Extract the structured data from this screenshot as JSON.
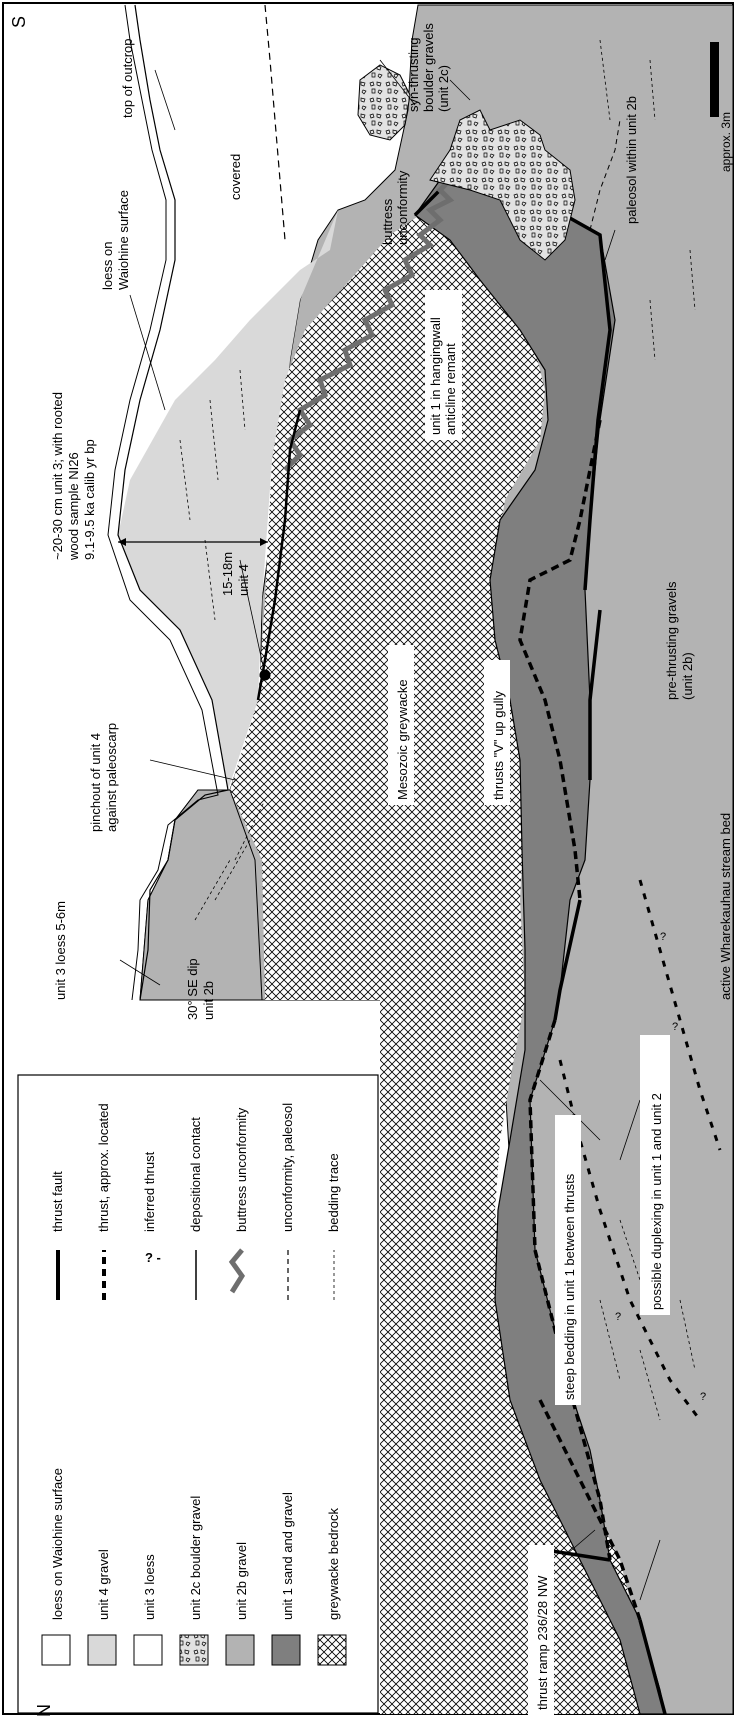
{
  "orientation_labels": {
    "north": "N",
    "south": "S"
  },
  "scale_bar": {
    "label": "approx. 3m"
  },
  "colors": {
    "loess_waiohine": "#ffffff",
    "unit4_gravel": "#d9d9d9",
    "unit3_loess": "#ffffff",
    "unit2c_boulder": "#dcdcdc",
    "unit2b_gravel": "#b3b3b3",
    "unit1_sand_gravel": "#7f7f7f",
    "greywacke": "#ffffff",
    "buttress": "#6e6e6e",
    "line": "#000000"
  },
  "labels": {
    "top_of_outcrop": "top of outcrop",
    "loess_on_waiohine": [
      "loess on",
      "Waiohine surface"
    ],
    "covered": "covered",
    "syn_thrusting": [
      "syn-thrusting",
      "boulder gravels",
      "(unit 2c)"
    ],
    "paleosol": "paleosol within unit 2b",
    "buttress_unconformity": [
      "buttress",
      "unconformity"
    ],
    "unit1_hangingwall": [
      "unit 1 in hangingwall",
      "anticline remant"
    ],
    "wood_sample": [
      "~20-30 cm unit 3; with rooted",
      "wood  sample NI26",
      "9.1-9.5 ka calib yr bp"
    ],
    "thickness": [
      "15-18m",
      "unit 4"
    ],
    "pinchout": [
      "pinchout of unit 4",
      "against paleoscarp"
    ],
    "mesozoic_greywacke": "Mesozoic greywacke",
    "thrusts_v": "thrusts \"V\" up gully",
    "pre_thrusting": [
      "pre-thrusting gravels",
      "(unit 2b)"
    ],
    "unit3_loess_thickness": "unit 3 loess  5-6m",
    "dip_30": [
      "30° SE dip",
      "unit 2b"
    ],
    "possible_duplexing": "possible duplexing in unit 1 and unit 2",
    "steep_bedding": "steep bedding in unit 1 between thrusts",
    "thrust_ramp": "thrust ramp 236/28 NW",
    "stream_bed": "active Wharekauhau stream bed"
  },
  "legend": {
    "units": [
      "loess  on Waiohine surface",
      "unit 4 gravel",
      "unit 3 loess",
      "unit 2c boulder gravel",
      "unit 2b gravel",
      "unit 1 sand and gravel",
      "greywacke bedrock"
    ],
    "symbols": [
      "thrust fault",
      "thrust, approx. located",
      "inferred thrust",
      "depositional contact",
      "buttress unconformity",
      "unconformity, paleosol",
      "bedding trace"
    ],
    "inferred_glyph": "? -"
  }
}
